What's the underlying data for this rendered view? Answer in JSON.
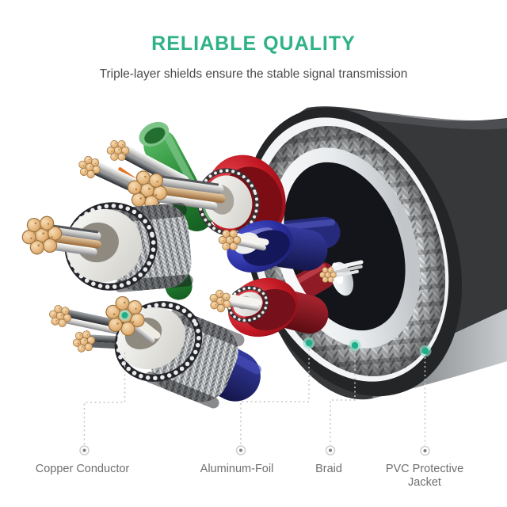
{
  "header": {
    "title": "RELIABLE QUALITY",
    "subtitle": "Triple-layer shields ensure the stable signal transmission",
    "title_color": "#2fb287",
    "subtitle_color": "#4b4b4b"
  },
  "diagram": {
    "type": "cable-cutaway-diagram",
    "callouts": [
      {
        "label": "Copper Conductor"
      },
      {
        "label": "Aluminum-Foil"
      },
      {
        "label": "Braid"
      },
      {
        "label": "PVC Protective Jacket"
      }
    ],
    "colors": {
      "accent_teal_dot": "#1fae8a",
      "label_gray": "#6f6f6f",
      "callout_line": "#c6c6c6",
      "copper": "#e3b176",
      "pvc_jacket": "#37383a",
      "braid_silver": "#c9ccce",
      "foil_white": "#eef0f2",
      "wire_red": "#c01722",
      "wire_blue": "#2a2f9e",
      "wire_green": "#2a8a38",
      "insulation_white": "#e9e8e3"
    }
  }
}
